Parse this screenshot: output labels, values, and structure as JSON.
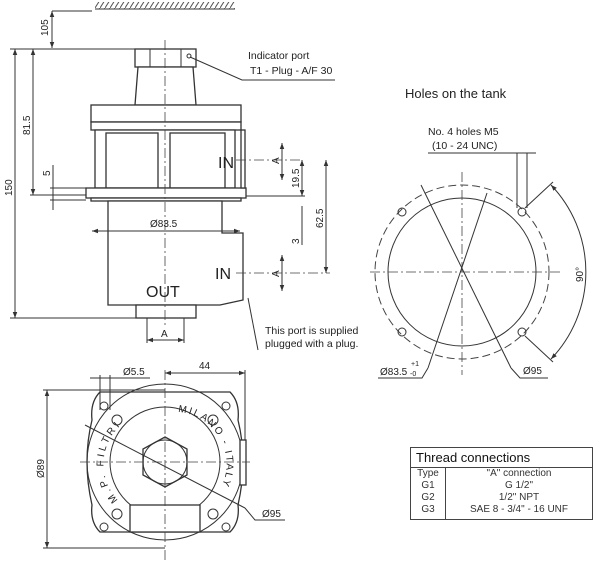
{
  "side_view": {
    "dim_top_clearance": "105",
    "dim_total_height": "150",
    "dim_upper": "81.5",
    "dim_flange": "5",
    "dim_diameter": "Ø83.5",
    "dim_in_offset": "19.5",
    "dim_in_spacing": "62.5",
    "dim_gap": "3",
    "port_in_upper": "IN",
    "port_in_lower": "IN",
    "port_out": "OUT",
    "thread_a_upper": "A",
    "thread_a_lower": "A",
    "thread_a_out": "A",
    "indicator_note_line1": "Indicator port",
    "indicator_note_line2": "T1 - Plug - A/F 30",
    "plug_note_line1": "This port is supplied",
    "plug_note_line2": "plugged with a plug."
  },
  "tank_holes": {
    "title": "Holes on the tank",
    "holes_note_line1": "No. 4 holes M5",
    "holes_note_line2": "(10 - 24 UNC)",
    "angle": "90°",
    "inner_diameter": "Ø83.5",
    "inner_tolerance_upper": "+1",
    "inner_tolerance_lower": "-0",
    "bolt_circle": "Ø95"
  },
  "bottom_view": {
    "hole_diameter": "Ø5.5",
    "half_width": "44",
    "height": "Ø89",
    "bolt_circle": "Ø95",
    "logo_text_left": "M.P. FILTRI",
    "logo_text_right": "MILANO - ITALY"
  },
  "thread_table": {
    "title": "Thread connections",
    "header_type": "Type",
    "header_connection": "\"A\"  connection",
    "rows": [
      {
        "type": "G1",
        "connection": "G 1/2\""
      },
      {
        "type": "G2",
        "connection": "1/2\" NPT"
      },
      {
        "type": "G3",
        "connection": "SAE 8 - 3/4\" - 16 UNF"
      }
    ]
  }
}
